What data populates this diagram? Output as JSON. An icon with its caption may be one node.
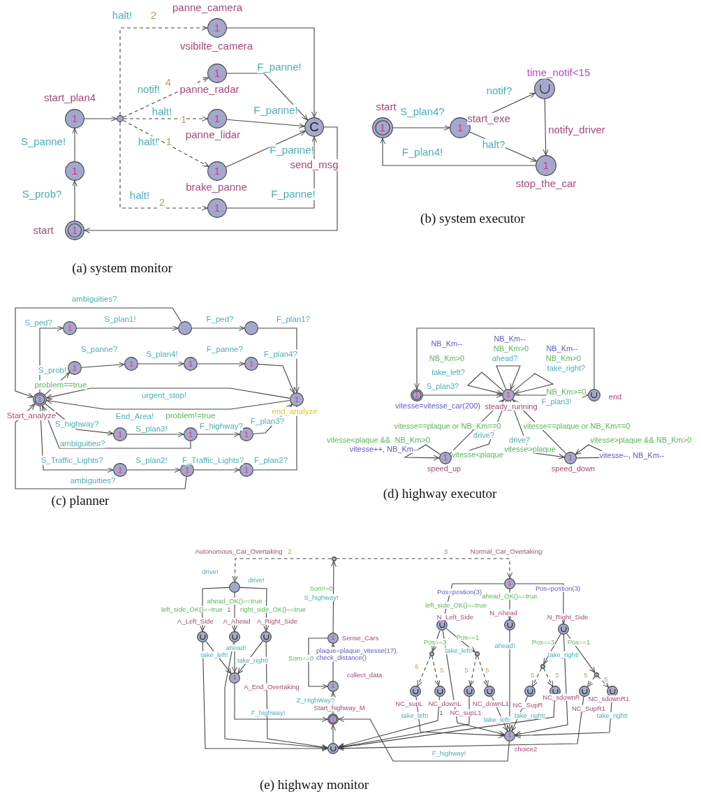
{
  "diagram": {
    "nodes": [
      {
        "text": [
          "1"
        ],
        "beside": [
          "start"
        ]
      },
      {
        "text": [
          "1"
        ]
      },
      {
        "text": [
          "1"
        ],
        "beside": [
          "start_plan4"
        ]
      },
      {
        "text": [],
        "shape": "circle"
      },
      {
        "text": [
          "1"
        ],
        "beside": [
          "panne_camera",
          "vsibilte_camera"
        ]
      },
      {
        "text": [
          "1"
        ],
        "beside": [
          "panne_radar"
        ]
      },
      {
        "text": [
          "1"
        ],
        "beside": [
          "panne_lidar"
        ]
      },
      {
        "text": [
          "1"
        ],
        "beside": [
          "brake_panne"
        ]
      },
      {
        "text": [
          "1"
        ]
      },
      {
        "text": [
          "C"
        ],
        "beside": [
          "send_msg"
        ]
      },
      {
        "text": [
          "1"
        ],
        "beside": [
          "start"
        ]
      },
      {
        "text": [
          "1"
        ],
        "beside": [
          "start_exe"
        ]
      },
      {
        "text": [],
        "shape": "circle",
        "beside": [
          "time_notif<15",
          "notify_driver"
        ]
      },
      {
        "text": [
          "1"
        ],
        "beside": [
          "stop_the_car"
        ]
      },
      {
        "text": [
          "1"
        ],
        "beside": [
          "Start_analyze"
        ]
      },
      {
        "text": [
          "1"
        ]
      },
      {
        "text": [],
        "shape": "circle"
      },
      {
        "text": [],
        "shape": "circle"
      },
      {
        "text": [
          "1"
        ]
      },
      {
        "text": [
          "1"
        ]
      },
      {
        "text": [
          "1"
        ]
      },
      {
        "text": [
          "1"
        ]
      },
      {
        "text": [
          "1"
        ],
        "beside": [
          "end_analyze"
        ]
      },
      {
        "text": [
          "1"
        ]
      },
      {
        "text": [
          "1"
        ]
      },
      {
        "text": [
          "1"
        ]
      },
      {
        "text": [
          "1"
        ]
      },
      {
        "text": [
          "1"
        ]
      },
      {
        "text": [
          "1"
        ]
      },
      {
        "text": [
          "1"
        ]
      },
      {
        "text": [
          "1"
        ],
        "beside": [
          "steady_running"
        ]
      },
      {
        "text": [],
        "shape": "circle",
        "beside": [
          "end"
        ]
      },
      {
        "text": [
          "1"
        ],
        "beside": [
          "speed_up"
        ]
      },
      {
        "text": [
          "1"
        ],
        "beside": [
          "speed_down"
        ]
      },
      {
        "text": [],
        "shape": "circle"
      },
      {
        "text": [],
        "shape": "circle"
      },
      {
        "text": [],
        "shape": "circle",
        "beside": [
          "A_Left_Side"
        ]
      },
      {
        "text": [],
        "shape": "circle",
        "beside": [
          "A_Ahead"
        ]
      },
      {
        "text": [],
        "shape": "circle",
        "beside": [
          "A_Right_Side"
        ]
      },
      {
        "text": [
          "1"
        ],
        "beside": [
          "A_End_Overtaking"
        ]
      },
      {
        "text": [
          "1"
        ],
        "beside": [
          "Sense_Cars"
        ]
      },
      {
        "text": [
          "1"
        ],
        "beside": [
          "collect_data"
        ]
      },
      {
        "text": [
          "1"
        ],
        "beside": [
          "Start_highway_M"
        ]
      },
      {
        "text": [],
        "shape": "circle"
      },
      {
        "text": [
          "1"
        ]
      },
      {
        "text": [],
        "shape": "circle",
        "beside": [
          "N_Left_Side"
        ]
      },
      {
        "text": [],
        "shape": "circle",
        "beside": [
          "N_Ahead"
        ]
      },
      {
        "text": [],
        "shape": "circle",
        "beside": [
          "N_Right_Side"
        ]
      },
      {
        "text": [],
        "shape": "circle"
      },
      {
        "text": [],
        "shape": "circle"
      },
      {
        "text": [],
        "shape": "circle"
      },
      {
        "text": [],
        "shape": "circle"
      },
      {
        "text": [],
        "shape": "circle",
        "beside": [
          "NC_supL"
        ]
      },
      {
        "text": [],
        "shape": "circle",
        "beside": [
          "NC_downL"
        ]
      },
      {
        "text": [],
        "shape": "circle",
        "beside": [
          "NC_supL1"
        ]
      },
      {
        "text": [],
        "shape": "circle",
        "beside": [
          "NC_downL1"
        ]
      },
      {
        "text": [],
        "shape": "circle",
        "beside": [
          "NC_SupR"
        ]
      },
      {
        "text": [],
        "shape": "circle",
        "beside": [
          "NC_sdownR"
        ]
      },
      {
        "text": [],
        "shape": "circle",
        "beside": [
          "NC_SupR1"
        ]
      },
      {
        "text": [],
        "shape": "circle",
        "beside": [
          "NC_sdownR1"
        ]
      },
      {
        "text": [
          "1"
        ],
        "beside": [
          "choice2"
        ]
      }
    ],
    "edges": [
      {
        "from": 0,
        "to": 1,
        "arrow": "to",
        "label": "S_prob?"
      },
      {
        "from": 1,
        "to": 2,
        "arrow": "to",
        "label": "S_panne!"
      },
      {
        "from": 2,
        "to": 3,
        "arrow": "to"
      },
      {
        "from": 3,
        "to": 4,
        "arrow": "to",
        "label": "halt!",
        "style": "dashed"
      },
      {
        "from": 3,
        "to": 5,
        "arrow": "to",
        "label": "notif!",
        "style": "dashed"
      },
      {
        "from": 3,
        "to": 6,
        "arrow": "to",
        "label": "halt!",
        "style": "dashed"
      },
      {
        "from": 3,
        "to": 7,
        "arrow": "to",
        "label": "halt!",
        "style": "dashed"
      },
      {
        "from": 3,
        "to": 8,
        "arrow": "to",
        "label": "halt!",
        "style": "dashed"
      },
      {
        "from": 4,
        "to": 9,
        "arrow": "to"
      },
      {
        "from": 5,
        "to": 9,
        "arrow": "to",
        "label": "F_panne!"
      },
      {
        "from": 6,
        "to": 9,
        "arrow": "to",
        "label": "F_panne!"
      },
      {
        "from": 7,
        "to": 9,
        "arrow": "to",
        "label": "F_panne!"
      },
      {
        "from": 8,
        "to": 9,
        "arrow": "to",
        "label": "F_panne!"
      },
      {
        "from": 9,
        "to": 0,
        "arrow": "to"
      },
      {
        "from": 10,
        "to": 11,
        "arrow": "to",
        "label": "S_plan4?"
      },
      {
        "from": 11,
        "to": 12,
        "arrow": "to",
        "label": "notif?"
      },
      {
        "from": 11,
        "to": 13,
        "arrow": "to",
        "label": "halt?"
      },
      {
        "from": 12,
        "to": 13,
        "arrow": "to"
      },
      {
        "from": 13,
        "to": 10,
        "arrow": "to",
        "label": "F_plan4!"
      },
      {
        "from": 14,
        "to": 15,
        "arrow": "to",
        "label": "S_ped?"
      },
      {
        "from": 15,
        "to": 16,
        "arrow": "to",
        "label": "S_plan1!"
      },
      {
        "from": 16,
        "to": 17,
        "arrow": "to",
        "label": "F_ped?"
      },
      {
        "from": 17,
        "to": 22,
        "arrow": "to",
        "label": "F_plan1?"
      },
      {
        "from": 16,
        "to": 14,
        "arrow": "to",
        "label": "ambiguities?"
      },
      {
        "from": 14,
        "to": 18,
        "arrow": "to",
        "label": "S_prob!"
      },
      {
        "from": 18,
        "to": 19,
        "arrow": "to",
        "label": "S_panne?"
      },
      {
        "from": 19,
        "to": 20,
        "arrow": "to",
        "label": "S_plan4!"
      },
      {
        "from": 20,
        "to": 21,
        "arrow": "to",
        "label": "F_panne?"
      },
      {
        "from": 21,
        "to": 22,
        "arrow": "to",
        "label": "F_plan4?"
      },
      {
        "from": 22,
        "to": 14,
        "arrow": "to",
        "label": "urgent_stop!"
      },
      {
        "from": 22,
        "to": 14,
        "arrow": "to",
        "label": "End_Area!"
      },
      {
        "from": 14,
        "to": 23,
        "arrow": "to",
        "label": "S_highway?"
      },
      {
        "from": 23,
        "to": 24,
        "arrow": "to",
        "label": "S_plan3!"
      },
      {
        "from": 24,
        "to": 25,
        "arrow": "to",
        "label": "F_highway?"
      },
      {
        "from": 25,
        "to": 22,
        "arrow": "to",
        "label": "F_plan3?"
      },
      {
        "from": 24,
        "to": 14,
        "arrow": "to",
        "label": "ambiguities?"
      },
      {
        "from": 14,
        "to": 26,
        "arrow": "to",
        "label": "S_Traffic_Lights?"
      },
      {
        "from": 26,
        "to": 27,
        "arrow": "to",
        "label": "S_plan2!"
      },
      {
        "from": 27,
        "to": 28,
        "arrow": "to",
        "label": "F_Traffic_Lights?"
      },
      {
        "from": 28,
        "to": 22,
        "arrow": "to",
        "label": "F_plan2?"
      },
      {
        "from": 27,
        "to": 14,
        "arrow": "to",
        "label": "ambiguities?"
      },
      {
        "from": 29,
        "to": 30,
        "arrow": "to",
        "label": "S_plan3?"
      },
      {
        "from": 30,
        "to": 30,
        "arrow": "to",
        "label": "take_left?"
      },
      {
        "from": 30,
        "to": 30,
        "arrow": "to",
        "label": "ahead?"
      },
      {
        "from": 30,
        "to": 30,
        "arrow": "to",
        "label": "take_right?"
      },
      {
        "from": 30,
        "to": 31,
        "arrow": "to",
        "label": "F_plan3!"
      },
      {
        "from": 31,
        "to": 29,
        "arrow": "to"
      },
      {
        "from": 30,
        "to": 32,
        "arrow": "to",
        "label": "drive?"
      },
      {
        "from": 32,
        "to": 30,
        "arrow": "to",
        "label": "vitesse==plaque or NB_Km==0"
      },
      {
        "from": 32,
        "to": 32,
        "arrow": "to",
        "label": "vitesse++, NB_Km--"
      },
      {
        "from": 30,
        "to": 33,
        "arrow": "to",
        "label": "drive?"
      },
      {
        "from": 33,
        "to": 30,
        "arrow": "to",
        "label": "vitesse==plaque or NB_Km==0"
      },
      {
        "from": 33,
        "to": 33,
        "arrow": "to",
        "label": "vitesse--, NB_Km--"
      },
      {
        "from": 34,
        "to": 35,
        "arrow": "to",
        "label": "Autonomous_Car_Overtaking",
        "style": "dashed"
      },
      {
        "from": 34,
        "to": 44,
        "arrow": "to",
        "label": "Normal_Car_Overtaking",
        "style": "dashed"
      },
      {
        "from": 35,
        "to": 36,
        "arrow": "to",
        "label": "drive!"
      },
      {
        "from": 35,
        "to": 37,
        "arrow": "to",
        "label": "ahead_OK()==true"
      },
      {
        "from": 35,
        "to": 38,
        "arrow": "to",
        "label": "drive!"
      },
      {
        "from": 36,
        "to": 39,
        "arrow": "to",
        "label": "take_left!"
      },
      {
        "from": 37,
        "to": 39,
        "arrow": "to",
        "label": "ahead!"
      },
      {
        "from": 38,
        "to": 39,
        "arrow": "to",
        "label": "take_right!"
      },
      {
        "from": 39,
        "to": 42,
        "arrow": "to",
        "label": "F_highway!"
      },
      {
        "from": 36,
        "to": 43,
        "arrow": "to"
      },
      {
        "from": 37,
        "to": 43,
        "arrow": "to"
      },
      {
        "from": 38,
        "to": 43,
        "arrow": "to"
      },
      {
        "from": 43,
        "to": 42,
        "arrow": "to"
      },
      {
        "from": 42,
        "to": 41,
        "arrow": "to",
        "label": "Z_HighWay?"
      },
      {
        "from": 41,
        "to": 40,
        "arrow": "to",
        "label": "plaque=plaque_vitesse(17), check_distance()"
      },
      {
        "from": 40,
        "to": 41,
        "arrow": "to",
        "label": "Som==0"
      },
      {
        "from": 40,
        "to": 34,
        "arrow": "to",
        "label": "S_highway!"
      },
      {
        "from": 44,
        "to": 45,
        "arrow": "to",
        "label": "Pos=postion(3)"
      },
      {
        "from": 44,
        "to": 46,
        "arrow": "to",
        "label": "ahead_OK()==true"
      },
      {
        "from": 44,
        "to": 47,
        "arrow": "to",
        "label": "Pos=postion(3)"
      },
      {
        "from": 45,
        "to": 48,
        "arrow": "to",
        "label": "Pos==3"
      },
      {
        "from": 45,
        "to": 49,
        "arrow": "to",
        "label": "Pos==1"
      },
      {
        "from": 45,
        "to": 60,
        "arrow": "to",
        "label": "take_left!"
      },
      {
        "from": 46,
        "to": 60,
        "arrow": "to",
        "label": "ahead!"
      },
      {
        "from": 47,
        "to": 50,
        "arrow": "to",
        "label": "Pos==3"
      },
      {
        "from": 47,
        "to": 51,
        "arrow": "to",
        "label": "Pos==1"
      },
      {
        "from": 47,
        "to": 60,
        "arrow": "to",
        "label": "take_right!"
      },
      {
        "from": 48,
        "to": 52,
        "arrow": "to",
        "style": "dashed"
      },
      {
        "from": 48,
        "to": 53,
        "arrow": "to",
        "style": "dashed"
      },
      {
        "from": 49,
        "to": 54,
        "arrow": "to",
        "style": "dashed"
      },
      {
        "from": 49,
        "to": 55,
        "arrow": "to",
        "style": "dashed"
      },
      {
        "from": 50,
        "to": 56,
        "arrow": "to",
        "style": "dashed"
      },
      {
        "from": 50,
        "to": 57,
        "arrow": "to",
        "style": "dashed"
      },
      {
        "from": 51,
        "to": 58,
        "arrow": "to",
        "style": "dashed"
      },
      {
        "from": 51,
        "to": 59,
        "arrow": "to",
        "style": "dashed"
      },
      {
        "from": 52,
        "to": 60,
        "arrow": "to",
        "label": "take_left!"
      },
      {
        "from": 53,
        "to": 43,
        "arrow": "to"
      },
      {
        "from": 54,
        "to": 43,
        "arrow": "to"
      },
      {
        "from": 55,
        "to": 60,
        "arrow": "to",
        "label": "take_left!"
      },
      {
        "from": 56,
        "to": 60,
        "arrow": "to",
        "label": "take_right!"
      },
      {
        "from": 57,
        "to": 43,
        "arrow": "to"
      },
      {
        "from": 58,
        "to": 43,
        "arrow": "to"
      },
      {
        "from": 59,
        "to": 60,
        "arrow": "to",
        "label": "take_right!"
      },
      {
        "from": 60,
        "to": 42,
        "arrow": "to",
        "label": "F_highway!"
      }
    ],
    "labels": [
      "2",
      "4",
      "1",
      "1",
      "2",
      "(a) system monitor",
      "(b) system executor",
      "problem==true",
      "problem!=true",
      "(c) planner",
      "NB_Km--",
      "NB_Km>0",
      "NB_Km--",
      "NB_Km>0",
      "NB_Km--",
      "NB_Km>0",
      "NB_Km>=0",
      "vitesse=vitesse_car(200)",
      "vitesse<plaque &&  NB_Km>0",
      "vitesse<plaque",
      "vitesse>plaque",
      "vitesse>plaque && NB_Km>0",
      "(d) highway executor",
      "2",
      "8",
      "left_side_OK()==true",
      "1",
      "right_side_OK()==true",
      "Som!=0",
      "left_side_OK()==true",
      "5",
      "5",
      "5",
      "5",
      "5",
      "5",
      "5",
      "5",
      "1",
      "(e) highway monitor"
    ]
  }
}
